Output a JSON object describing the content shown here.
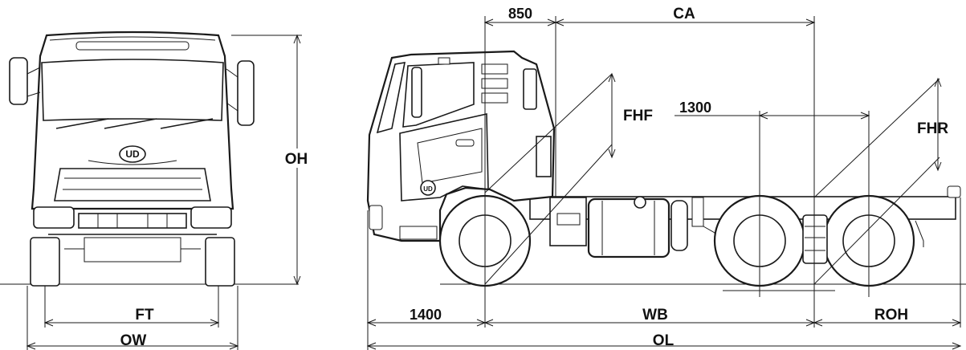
{
  "front_view": {
    "labels": {
      "oh": "OH",
      "ft": "FT",
      "ow": "OW"
    },
    "grille_logo": "UD"
  },
  "side_view": {
    "labels": {
      "dim_850": "850",
      "ca": "CA",
      "fhf": "FHF",
      "dim_1300": "1300",
      "fhr": "FHR",
      "dim_1400": "1400",
      "wb": "WB",
      "roh": "ROH",
      "ol": "OL"
    },
    "door_logo": "UD"
  }
}
